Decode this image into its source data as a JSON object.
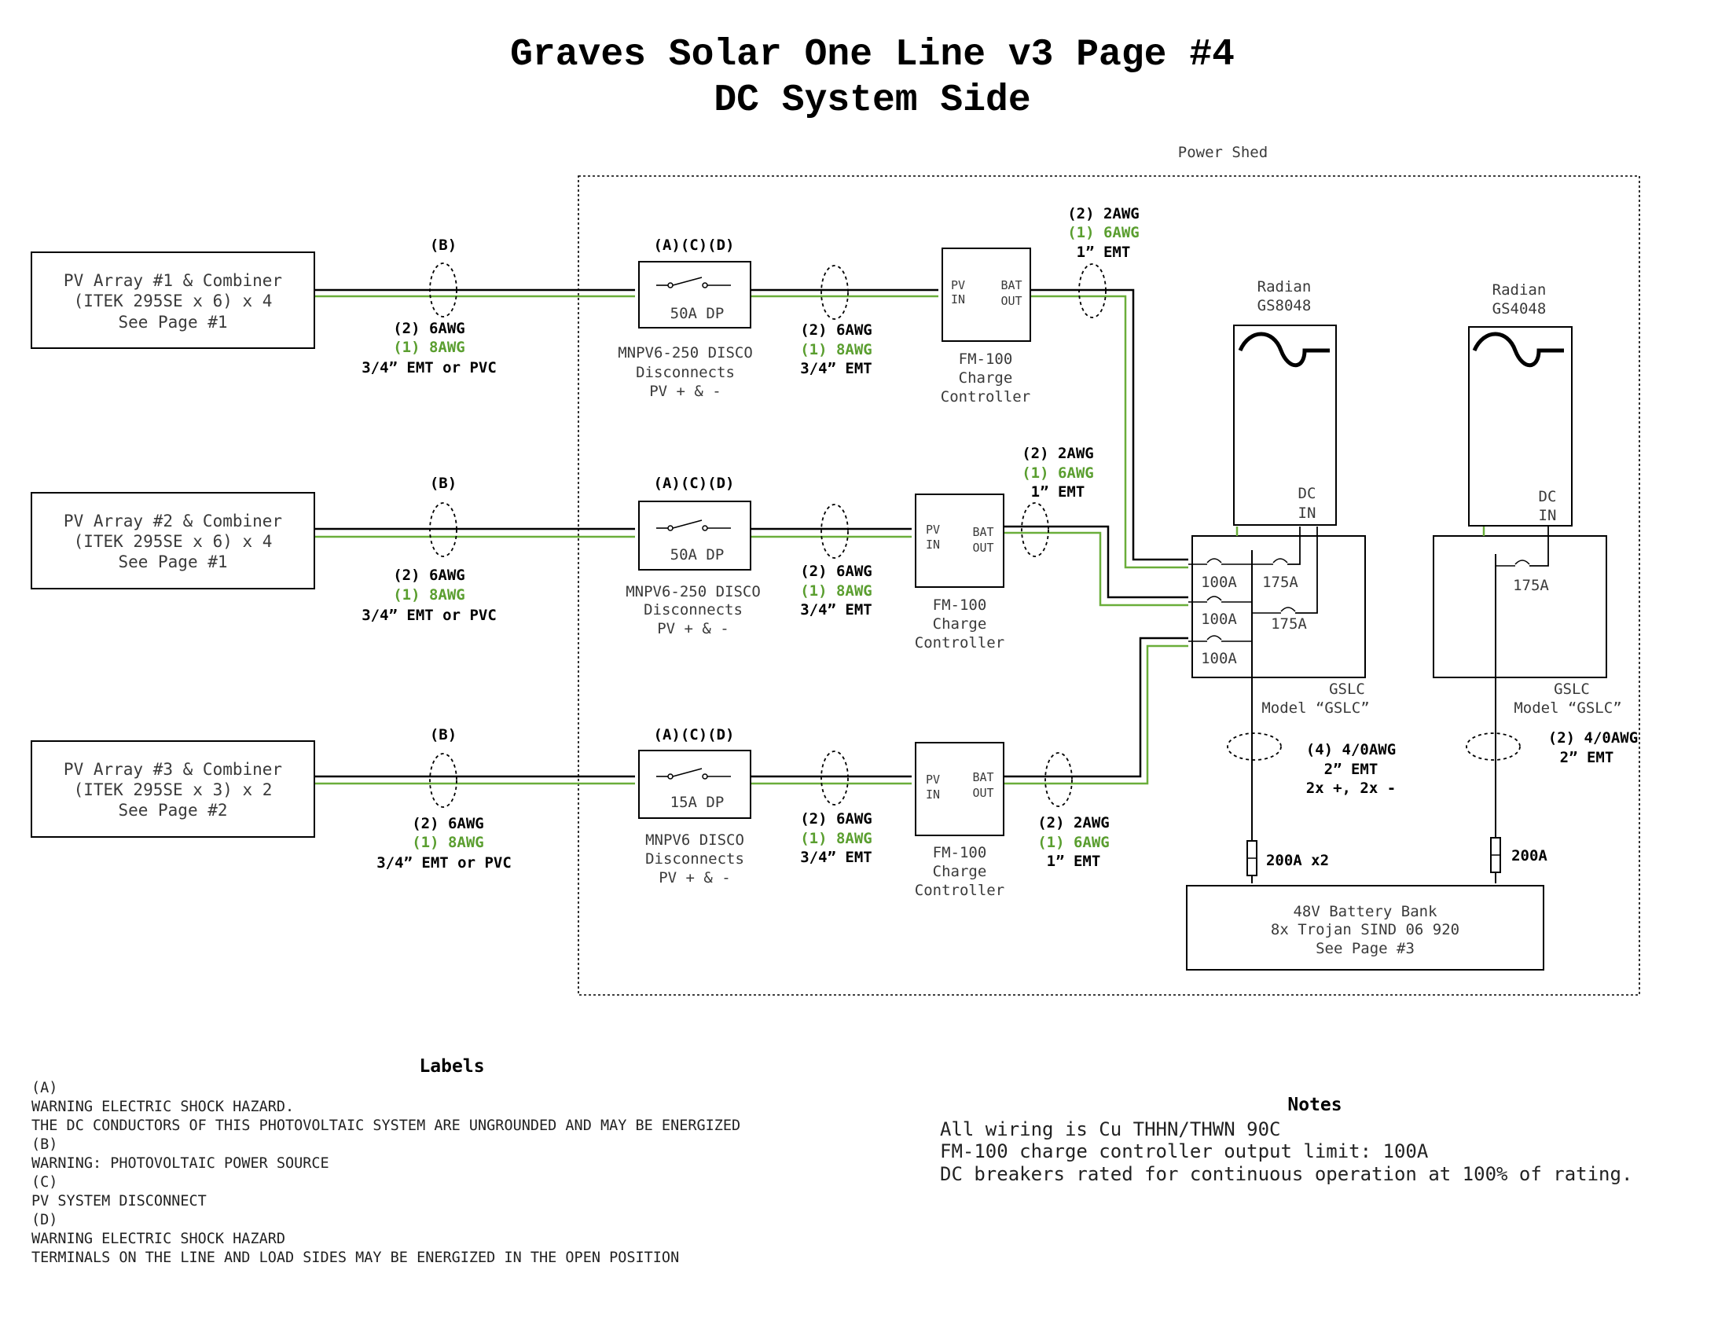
{
  "title": {
    "line1": "Graves Solar One Line v3 Page #4",
    "line2": "DC System Side"
  },
  "power_shed_label": "Power Shed",
  "arrays": [
    {
      "name": "PV Array #1 & Combiner",
      "spec": "(ITEK 295SE x 6) x 4",
      "ref": "See Page #1"
    },
    {
      "name": "PV Array #2 & Combiner",
      "spec": "(ITEK 295SE x 6) x 4",
      "ref": "See Page #1"
    },
    {
      "name": "PV Array #3 & Combiner",
      "spec": "(ITEK 295SE x 3) x 2",
      "ref": "See Page #2"
    }
  ],
  "label_b": "(B)",
  "label_acd": "(A)(C)(D)",
  "array_wires": [
    {
      "count": "(2) 6AWG",
      "ground": "(1) 8AWG",
      "conduit": "3/4” EMT or PVC"
    },
    {
      "count": "(2) 6AWG",
      "ground": "(1) 8AWG",
      "conduit": "3/4” EMT or PVC"
    },
    {
      "count": "(2) 6AWG",
      "ground": "(1) 8AWG",
      "conduit": "3/4” EMT or PVC"
    }
  ],
  "disconnects": [
    {
      "rating": "50A DP",
      "model": "MNPV6-250 DISCO",
      "desc": "Disconnects",
      "pol": "PV + & -"
    },
    {
      "rating": "50A DP",
      "model": "MNPV6-250 DISCO",
      "desc": "Disconnects",
      "pol": "PV + & -"
    },
    {
      "rating": "15A DP",
      "model": "MNPV6 DISCO",
      "desc": "Disconnects",
      "pol": "PV + & -"
    }
  ],
  "disco_wires": [
    {
      "count": "(2) 6AWG",
      "ground": "(1) 8AWG",
      "conduit": "3/4” EMT"
    },
    {
      "count": "(2) 6AWG",
      "ground": "(1) 8AWG",
      "conduit": "3/4” EMT"
    },
    {
      "count": "(2) 6AWG",
      "ground": "(1) 8AWG",
      "conduit": "3/4” EMT"
    }
  ],
  "controllers": [
    {
      "pv": "PV",
      "in": "IN",
      "bat": "BAT",
      "out": "OUT",
      "name": "FM-100",
      "l2": "Charge",
      "l3": "Controller"
    },
    {
      "pv": "PV",
      "in": "IN",
      "bat": "BAT",
      "out": "OUT",
      "name": "FM-100",
      "l2": "Charge",
      "l3": "Controller"
    },
    {
      "pv": "PV",
      "in": "IN",
      "bat": "BAT",
      "out": "OUT",
      "name": "FM-100",
      "l2": "Charge",
      "l3": "Controller"
    }
  ],
  "cc_wires": [
    {
      "count": "(2) 2AWG",
      "ground": "(1) 6AWG",
      "conduit": "1” EMT"
    },
    {
      "count": "(2) 2AWG",
      "ground": "(1) 6AWG",
      "conduit": "1” EMT"
    },
    {
      "count": "(2) 2AWG",
      "ground": "(1) 6AWG",
      "conduit": "1” EMT"
    }
  ],
  "inverters": [
    {
      "name": "Radian",
      "model": "GS8048",
      "dc": "DC",
      "in": "IN"
    },
    {
      "name": "Radian",
      "model": "GS4048",
      "dc": "DC",
      "in": "IN"
    }
  ],
  "gslc": [
    {
      "breakers": [
        "100A",
        "100A",
        "100A",
        "175A",
        "175A"
      ],
      "name": "GSLC",
      "model": "Model “GSLC”"
    },
    {
      "breakers": [
        "175A"
      ],
      "name": "GSLC",
      "model": "Model “GSLC”"
    }
  ],
  "battery_wires": [
    {
      "count": "(4) 4/0AWG",
      "conduit": "2” EMT",
      "extra": "2x +, 2x -"
    },
    {
      "count": "(2) 4/0AWG",
      "conduit": "2” EMT"
    }
  ],
  "fuses": [
    "200A x2",
    "200A"
  ],
  "battery": {
    "l1": "48V Battery Bank",
    "l2": "8x Trojan SIND 06 920",
    "l3": "See Page #3"
  },
  "labels": {
    "heading": "Labels",
    "lines": [
      "(A)",
      "WARNING ELECTRIC SHOCK HAZARD.",
      "THE DC CONDUCTORS OF THIS PHOTOVOLTAIC SYSTEM ARE UNGROUNDED AND MAY BE ENERGIZED",
      "(B)",
      "WARNING: PHOTOVOLTAIC POWER SOURCE",
      "(C)",
      "PV SYSTEM DISCONNECT",
      "(D)",
      "WARNING ELECTRIC SHOCK HAZARD",
      "TERMINALS ON THE LINE AND LOAD SIDES MAY BE ENERGIZED IN THE OPEN POSITION"
    ]
  },
  "notes": {
    "heading": "Notes",
    "lines": [
      "All wiring is Cu THHN/THWN 90C",
      "FM-100 charge controller output limit: 100A",
      "DC breakers rated for continuous operation at 100% of rating."
    ]
  }
}
